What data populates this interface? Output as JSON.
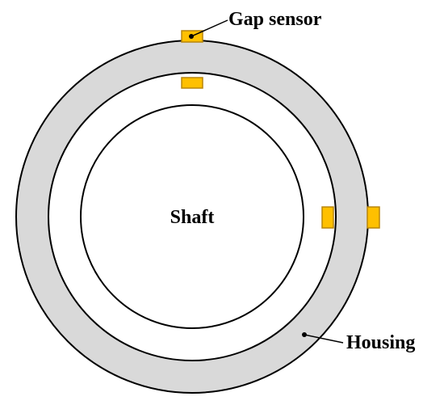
{
  "labels": {
    "gap_sensor": "Gap sensor",
    "shaft": "Shaft",
    "housing": "Housing"
  },
  "colors": {
    "housing_fill": "#d9d9d9",
    "sensor_fill": "#ffc000",
    "sensor_stroke": "#b8860b",
    "line": "#000000",
    "background": "#ffffff"
  }
}
